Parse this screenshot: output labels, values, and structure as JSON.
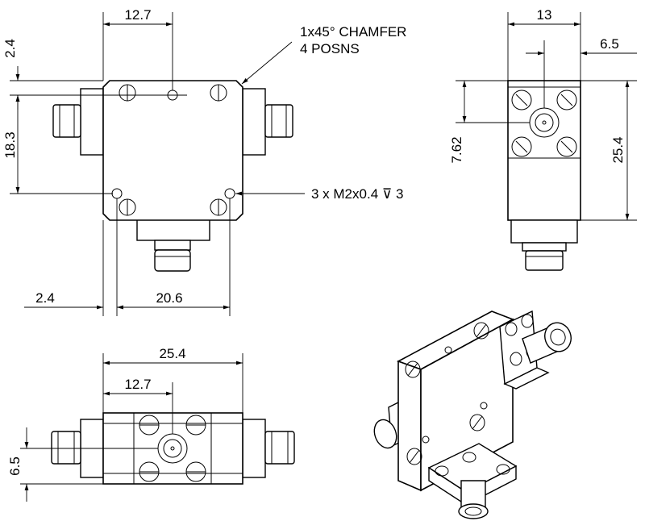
{
  "dimensions": {
    "top_width": "12.7",
    "top_left_offset": "2.4",
    "top_height": "18.3",
    "bottom_left_offset": "2.4",
    "bottom_span": "20.6",
    "side_width": "13",
    "side_offset": "6.5",
    "side_connector_height": "7.62",
    "side_total_height": "25.4",
    "front_total_width": "25.4",
    "front_center_width": "12.7",
    "front_height": "6.5"
  },
  "notes": {
    "chamfer_line1": "1x45° CHAMFER",
    "chamfer_line2": "4 POSNS",
    "holes": "3 x M2x0.4 ⊽ 3"
  },
  "colors": {
    "line": "#000000",
    "background": "#ffffff"
  }
}
